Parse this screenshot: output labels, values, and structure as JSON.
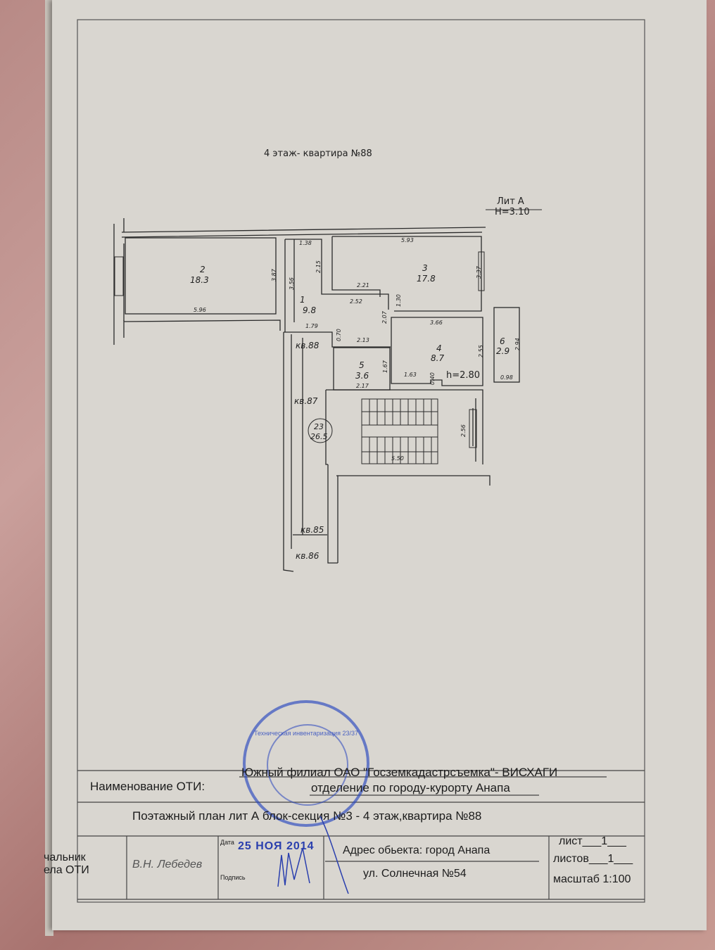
{
  "plan": {
    "title": "4 этаж- квартира №88",
    "lit": "Лит А",
    "height": "H=3.10",
    "rooms": [
      {
        "num": "2",
        "area": "18.3"
      },
      {
        "num": "3",
        "area": "17.8"
      },
      {
        "num": "1",
        "area": "9.8"
      },
      {
        "num": "4",
        "area": "8.7"
      },
      {
        "num": "5",
        "area": "3.6"
      },
      {
        "num": "6",
        "area": "2.9"
      },
      {
        "num": "23",
        "area": "26.5"
      }
    ],
    "room4_height": "h=2.80",
    "dimensions": [
      "5.96",
      "3.87",
      "1.38",
      "3.56",
      "2.15",
      "5.93",
      "3.37",
      "2.21",
      "2.52",
      "1.30",
      "2.07",
      "1.79",
      "0.70",
      "2.13",
      "1.67",
      "2.17",
      "3.66",
      "2.55",
      "1.63",
      "0.40",
      "0.98",
      "2.94",
      "2.56",
      "5.50"
    ],
    "apartments": [
      "кв.88",
      "кв.87",
      "кв.85",
      "кв.86"
    ]
  },
  "title_block": {
    "oti_label": "Наименование ОТИ:",
    "oti_line1": "Южный филиал ОАО \"Госземкадастрсъемка\"- ВИСХАГИ",
    "oti_line2": "отделение по городу-курорту Анапа",
    "plan_name": "Поэтажный план лит А блок-секция №3 - 4 этаж,квартира №88",
    "position_line1": "чальник",
    "position_line2": "ела ОТИ",
    "person": "В.Н. Лебедев",
    "date_label": "Дата",
    "date_value": "25 НОЯ 2014",
    "signature_label": "Подпись",
    "address_line1": "Адрес обьекта: город Анапа",
    "address_line2": "ул. Солнечная №54",
    "sheet": "лист___1___",
    "sheets": "листов___1___",
    "scale": "масштаб 1:100"
  },
  "stamp": {
    "text": "Техническая инвентаризация 23/37"
  }
}
